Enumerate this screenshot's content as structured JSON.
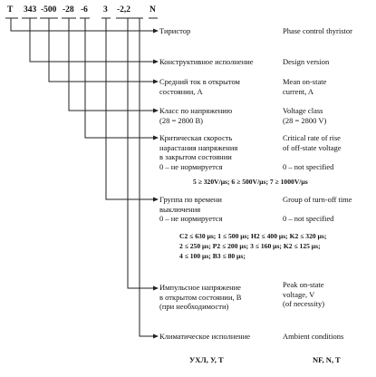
{
  "code": [
    "T",
    "343",
    "-500",
    "-28",
    "-6",
    "3",
    "-2,2",
    "N"
  ],
  "rows": [
    {
      "ru": "Тиристор",
      "en": "Phase control thyristor"
    },
    {
      "ru": "Конструктивное исполнение",
      "en": "Design version"
    },
    {
      "ru": "Средний ток в открытом\nсостоянии, А",
      "en": "Mean on-state\ncurrent, A"
    },
    {
      "ru": "Класс по напряжению\n(28 = 2800 В)",
      "en": "Voltage class\n(28 = 2800 V)"
    },
    {
      "ru": "Критическая скорость\nнарастания напряжения\nв закрытом состоянии\n0 – не нормируется",
      "en": "Critical rate of rise\nof off-state voltage\n\n0 – not specified"
    },
    {
      "ru": "Группа по времени\nвыключения\n0 – не нормируется",
      "en": "Group of turn-off time\n\n0 – not specified"
    },
    {
      "ru": "Импульсное напряжение\nв открытом состоянии, В\n(при необходимости)",
      "en": "Peak on-state\nvoltage, V\n(of necessity)"
    },
    {
      "ru": "Климатическое исполнение",
      "en": "Ambient conditions"
    }
  ],
  "dvdt_classes": "5 ≥ 320V/μs;  6 ≥ 500V/μs;  7 ≥ 1000V/μs",
  "turnoff_groups": [
    "C2 ≤ 630 μs;   1 ≤ 500 μs;  H2 ≤ 400 μs;  K2 ≤ 320 μs;",
    "2 ≤ 250 μs;   P2 ≤ 200 μs;    3 ≤ 160 μs;  K2 ≤ 125 μs;",
    "4 ≤ 100 μs;   B3 ≤ 80 μs;"
  ],
  "climate": {
    "ru": "УХЛ, У, Т",
    "en": "NF, N, T"
  }
}
